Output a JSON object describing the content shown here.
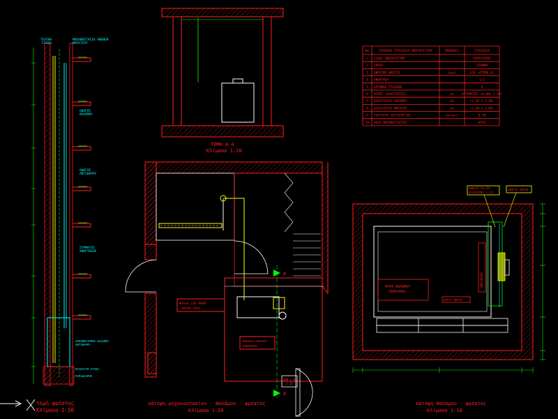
{
  "section": {
    "title": "ΤΟΜΗ Α-Α",
    "scale": "Κλίμακα 1:20"
  },
  "shaft_view": {
    "top_label_1": "ΤΕΛΙΚΗ",
    "top_label_2": "ΣΤΑΣΗ",
    "top_note_1": "ΜΗΧΑΝΟΣΤΑΣΙΟ ΑΝΩΘΕΝ",
    "top_note_2": "ΦΡΕΑΤΙΟΥ",
    "mid_label_1": "ΟΔΗΓΟΙ",
    "mid_label_2": "ΘΑΛΑΜΟΥ",
    "mid_label_3": "ΟΔΗΓΟΙ",
    "mid_label_4": "ΑΝΤΙΒΑΡΟΥ",
    "low_label_1": "ΣΥΡΜΑΤΟΣ",
    "low_label_2": "ΑΝΑΡΤΗΣΗΣ",
    "bottom_note_1": "ΑΠΟΣΒΕΣΤΗΡΕΣ ΘΑΛΑΜΟΥ",
    "bottom_note_2": "ΑΝΤΙΒΑΡΟΥ",
    "bottom_note_3": "ΚΑΤΩΤΑΤΗ ΣΤΑΣΗ",
    "bottom_note_4": "ΠΑΡΑΔΙΑΡΟΣ",
    "title": "τομή φρέατος",
    "scale": "Κλίμακα 1:50"
  },
  "plan_mid": {
    "title": "κάτοψη μηχανοστασίου - θαλάμου - φρέατος",
    "scale": "Κλίμακα 1:20",
    "label_box_1": "ΦΥΛΛΑ 220 ΒΑΘΜ",
    "label_box_2": "ΟΧΥΡΟ ΤΟΙΧ",
    "label_red_1": "ΠΙΝΑΚΑΣ ΕΛΕΓΧΟΥ",
    "label_red_2": "ΚΙΝΗΤΗΡΑΣ",
    "label_small_1": "600 x 60",
    "label_small_2": "1:20",
    "marker": "A"
  },
  "plan_right": {
    "title": "κάτοψη θαλάμου - φρέατος",
    "scale": "Κλίμακα 1:10",
    "label_1": "ΘΥΡΑ ΘΑΛΑΜΟΥ",
    "label_2": "(800x400)",
    "label_3": "ΑΝΤΙΒΑΡΟ",
    "label_4": "ΠΟΡΤΑ ΦΡΕΑΤ",
    "label_yellow_1": "ΟΔΗΓΟΙ ΤΑ(16)",
    "label_yellow_2": "ΚΥΛΙΣΤΡΟΣ 1:(3)",
    "label_yellow_3": "ΟΔΗΓΟΙ ΑΝΤΙΒ"
  },
  "spec_table": {
    "headers": [
      "Νο",
      "ΤΕΧΝΙΚΑ ΣΤΟΙΧΕΙΑ ΑΝΕΛΚΥΣΤΗΡΑ",
      "ΜΟΝΑΔΕΣ",
      "ΣΤΟΙΧΕΙΑ"
    ],
    "rows": [
      [
        "1",
        "ΕΙΔΟΣ ΑΝΕΛΚΥΣΤΗΡΑ",
        "",
        "ΥΔΡΑΥΛΙΚΟΣ"
      ],
      [
        "2",
        "ΧΡΗΣΗ",
        "",
        "ΑΤΟΜΩΝ"
      ],
      [
        "3",
        "ΩΦΕΛΙΜΟ ΦΟΡΤΙΟ",
        "(kgr)",
        "630 (ΑΤΟΜΑ 8)"
      ],
      [
        "4",
        "ΑΝΑΡΤΗΣΗ",
        "",
        "1/2"
      ],
      [
        "5",
        "ΑΡΙΘΜΟΣ ΣΤΑΣΕΩΝ",
        "",
        "8"
      ],
      [
        "6",
        "ΘΥΡΕΣ (ΔΙΑΣΤΑΣΕΙΣ)",
        "(m)",
        "ΑΥΤΟΜΑΤΕΣ (0.80X 2.10)"
      ],
      [
        "7",
        "ΔΙΑΣΤΑΣΕΙΣ ΘΑΛΑΜΟΥ",
        "(m)",
        "(1.10 X 1.40)"
      ],
      [
        "8",
        "ΔΙΑΣΤΑΣΕΙΣ ΦΡΕΑΤΟΣ",
        "(m)",
        "(1.50 X 1.95)"
      ],
      [
        "9",
        "ΤΑΧΥΤΗΤΑ ΛΕΙΤΟΥΡΓΙΑΣ",
        "(m/sec)",
        "0.70"
      ],
      [
        "10",
        "ΘΕΣΗ ΜΗΧΑΝΟΣΤΑΣΙΟΥ",
        "",
        "ΚΑΤΩ"
      ]
    ]
  },
  "colors": {
    "red": "#ff2020",
    "green": "#00ff00",
    "yellow": "#ffff00",
    "cyan": "#00ffff",
    "white": "#ffffff",
    "magenta": "#ff00ff"
  }
}
